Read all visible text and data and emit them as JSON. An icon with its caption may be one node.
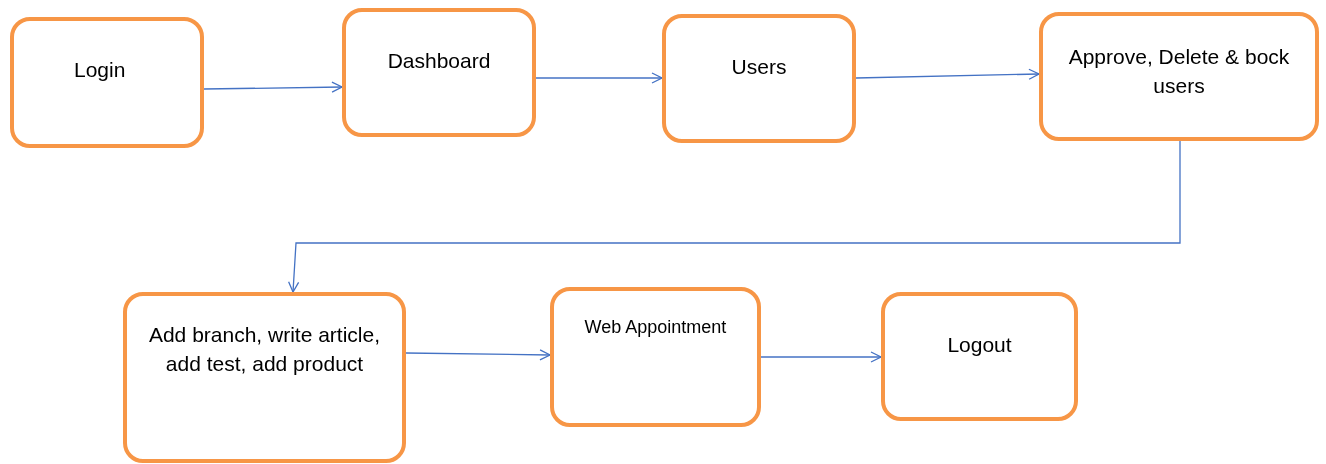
{
  "diagram": {
    "nodes": [
      {
        "text": [
          "Login"
        ]
      },
      {
        "text": [
          "Dashboard"
        ]
      },
      {
        "text": [
          "Users"
        ]
      },
      {
        "text": [
          "Approve, Delete & bock users"
        ]
      },
      {
        "text": [
          "Add branch, write article, add test, add product"
        ]
      },
      {
        "text": [
          "Web Appointment"
        ]
      },
      {
        "text": [
          "Logout"
        ]
      }
    ],
    "edges": [
      {
        "from": 0,
        "to": 1,
        "arrow": "to"
      },
      {
        "from": 1,
        "to": 2,
        "arrow": "to"
      },
      {
        "from": 2,
        "to": 3,
        "arrow": "to"
      },
      {
        "from": 3,
        "to": 4,
        "arrow": "to"
      },
      {
        "from": 4,
        "to": 5,
        "arrow": "to"
      },
      {
        "from": 5,
        "to": 6,
        "arrow": "to"
      }
    ]
  }
}
